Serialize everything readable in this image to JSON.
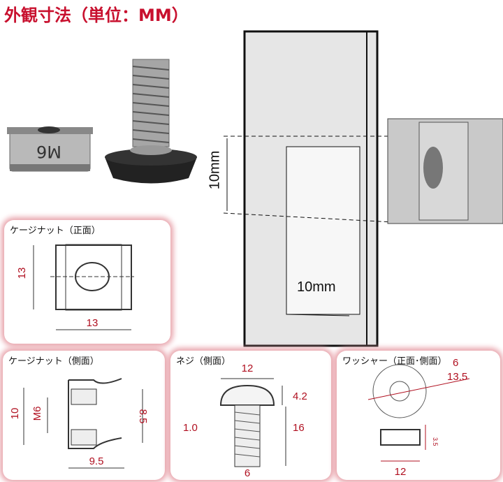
{
  "title": "外観寸法（単位：MM）",
  "photos": {
    "nut_marking": "M6"
  },
  "mount_diagram": {
    "vertical_dim": "10mm",
    "horizontal_dim": "10mm"
  },
  "panels": {
    "cage_nut_front": {
      "label": "ケージナット（正面）",
      "height": "13",
      "width": "13"
    },
    "cage_nut_side": {
      "label": "ケージナット（側面）",
      "outer": "10",
      "thread": "M6",
      "inner": "8.5",
      "depth": "9.5"
    },
    "screw_side": {
      "label": "ネジ（側面）",
      "head_dia": "12",
      "head_h": "4.2",
      "pitch": "1.0",
      "length": "16",
      "shaft": "6"
    },
    "washer": {
      "label": "ワッシャー（正面･側面）",
      "inner": "6",
      "outer": "13.5",
      "thickness": "3.5",
      "width": "12"
    }
  },
  "colors": {
    "accent": "#b01020",
    "glow": "#e8a3ab"
  }
}
